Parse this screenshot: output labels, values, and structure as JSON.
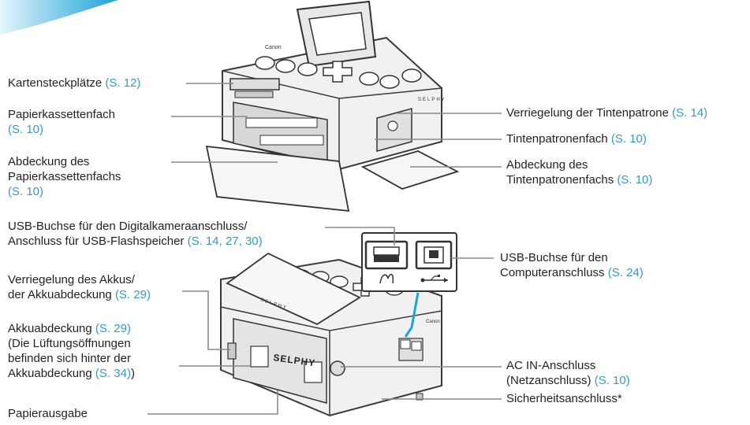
{
  "labels": {
    "card_slots": {
      "text": "Kartensteckplätze",
      "ref": "(S. 12)"
    },
    "paper_tray": {
      "text": "Papierkassettenfach",
      "ref": "(S. 10)"
    },
    "paper_cover_1": "Abdeckung des",
    "paper_cover_2": "Papierkassettenfachs",
    "paper_cover_ref": "(S. 10)",
    "usb_camera_1": "USB-Buchse für den Digitalkameraanschluss/",
    "usb_camera_2": "Anschluss für USB-Flashspeicher",
    "usb_camera_ref": "(S. 14, 27, 30)",
    "battery_lock_1": "Verriegelung des Akkus/",
    "battery_lock_2": "der Akkuabdeckung",
    "battery_lock_ref": "(S. 29)",
    "battery_cover_1": "Akkuabdeckung",
    "battery_cover_ref": "(S. 29)",
    "battery_cover_2": "(Die Lüftungsöffnungen",
    "battery_cover_3": "befinden sich hinter der",
    "battery_cover_4": "Akkuabdeckung",
    "battery_cover_ref2": "(S. 34)",
    "battery_cover_end": ")",
    "paper_output": "Papierausgabe",
    "ink_lock": {
      "text": "Verriegelung der Tintenpatrone",
      "ref": "(S. 14)"
    },
    "ink_slot": {
      "text": "Tintenpatronenfach",
      "ref": "(S. 10)"
    },
    "ink_cover_1": "Abdeckung des",
    "ink_cover_2": "Tintenpatronenfachs",
    "ink_cover_ref": "(S. 10)",
    "usb_pc_1": "USB-Buchse für den",
    "usb_pc_2": "Computeranschluss",
    "usb_pc_ref": "(S. 24)",
    "ac_in_1": "AC IN-Anschluss",
    "ac_in_2": "(Netzanschluss)",
    "ac_in_ref": "(S. 10)",
    "security": "Sicherheitsanschluss*"
  },
  "device": {
    "brand_front": "Canon",
    "model": "SELPHY",
    "brand_back": "Canon"
  },
  "colors": {
    "accent": "#3399cc",
    "leader": "#8a8a8a",
    "text": "#231f20"
  }
}
